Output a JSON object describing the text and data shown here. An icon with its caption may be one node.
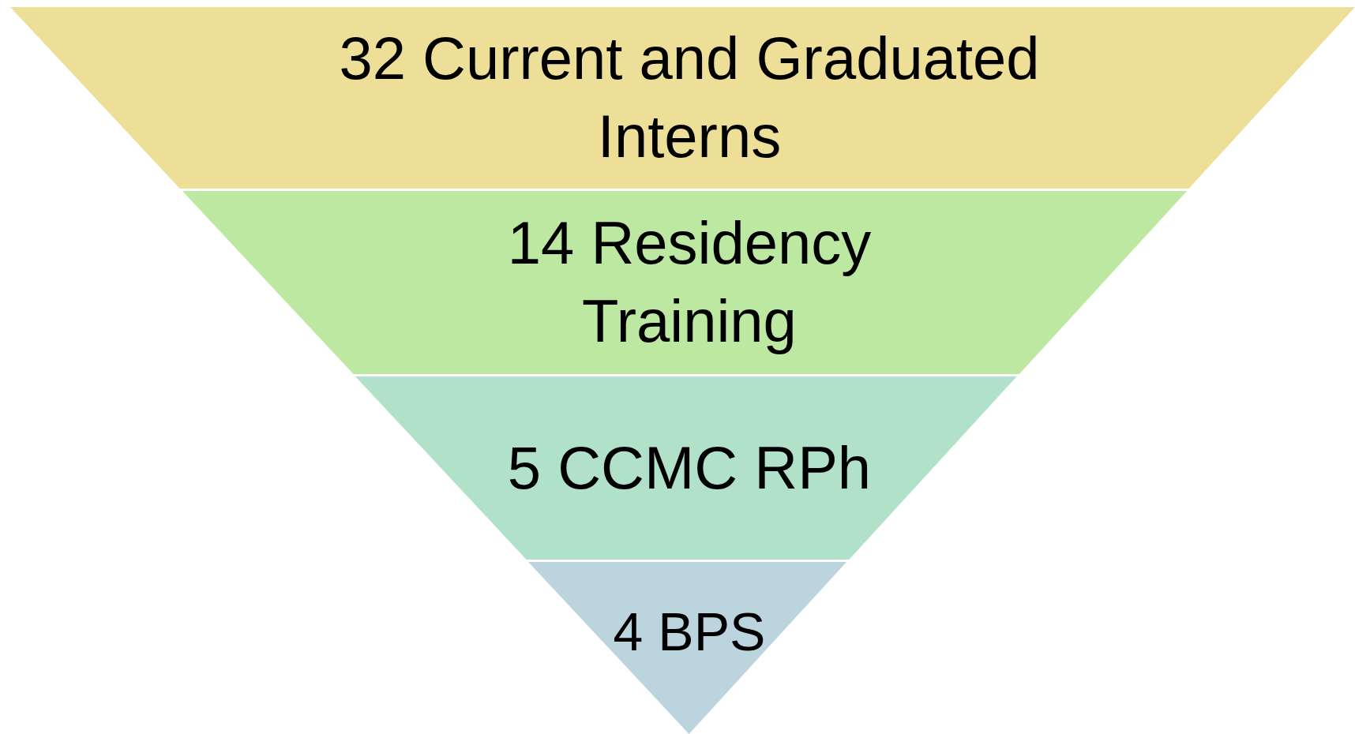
{
  "diagram": {
    "nodes": [
      {
        "text": [
          "32 Current and Graduated Interns"
        ]
      },
      {
        "text": [
          "14 Residency Training"
        ]
      },
      {
        "text": [
          "5 CCMC RPh"
        ]
      },
      {
        "text": [
          "4 BPS"
        ]
      }
    ]
  }
}
